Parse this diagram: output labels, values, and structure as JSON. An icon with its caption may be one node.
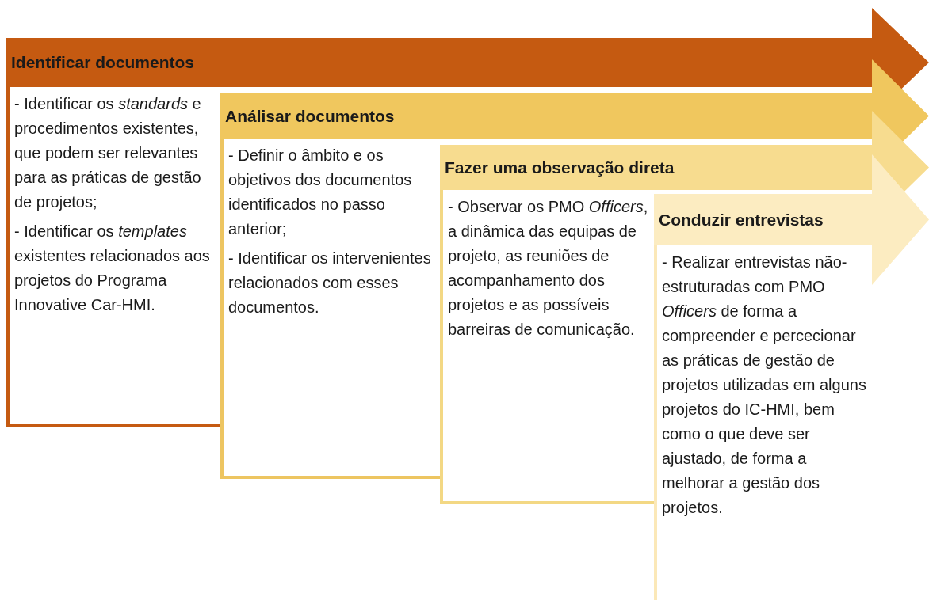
{
  "diagram": {
    "nodes": [
      {
        "text": [
          "Identificar documentos",
          "- Identificar os *standards* e procedimentos existentes, que podem ser relevantes para as práticas de gestão de projetos;",
          "- Identificar os *templates* existentes relacionados aos projetos do Programa Innovative Car-HMI."
        ]
      },
      {
        "text": [
          "Análisar documentos",
          "- Definir o âmbito e os objetivos dos documentos identificados no passo anterior;",
          "- Identificar os intervenientes relacionados com esses documentos."
        ]
      },
      {
        "text": [
          "Fazer uma observação direta",
          "- Observar os PMO *Officers*, a dinâmica das equipas de projeto, as reuniões de acompanhamento dos projetos e as possíveis barreiras de comunicação."
        ]
      },
      {
        "text": [
          "Conduzir entrevistas",
          "- Realizar entrevistas não-estruturadas com PMO *Officers* de forma a compreender e percecionar as práticas de gestão de projetos utilizadas em alguns projetos do IC-HMI, bem como o que deve ser ajustado, de forma a melhorar a gestão dos projetos."
        ]
      }
    ]
  }
}
